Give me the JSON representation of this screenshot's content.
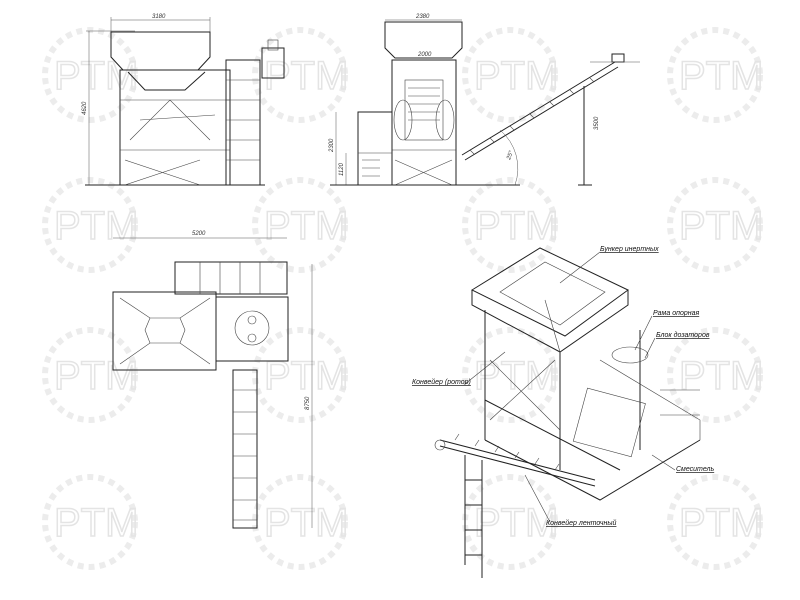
{
  "watermark": "PTM",
  "front_view": {
    "width_dim": "3180",
    "height_dim": "4620"
  },
  "side_view": {
    "width_dim": "2380",
    "inner_width_dim": "2000",
    "platform_height_dim": "2300",
    "step_height_dim": "1120",
    "angle_dim": "25°",
    "conveyor_height_dim": "3500"
  },
  "top_view": {
    "width_dim": "5200",
    "length_dim": "8750"
  },
  "iso_view": {
    "labels": [
      "Бункер инертных",
      "Рама опорная",
      "Блок дозаторов",
      "Конвейер (ротор)",
      "Смеситель",
      "Конвейер ленточный"
    ]
  }
}
